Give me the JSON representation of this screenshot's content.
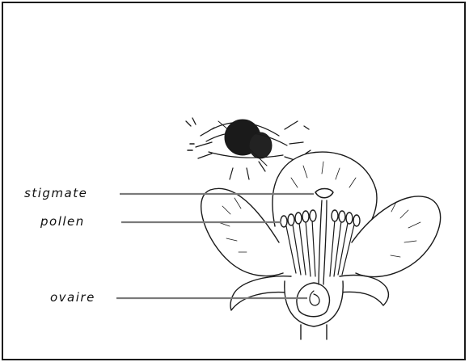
{
  "labels": {
    "stigmate": "stigmate",
    "pollen": "pollen",
    "ovaire": "ovaire"
  },
  "colors": {
    "leader_line": "#7a7a7a",
    "ink": "#1a1a1a",
    "border": "#1a1a1a",
    "background": "#ffffff"
  },
  "icons": {
    "insect": "bee-icon",
    "flower": "flower-illustration"
  }
}
